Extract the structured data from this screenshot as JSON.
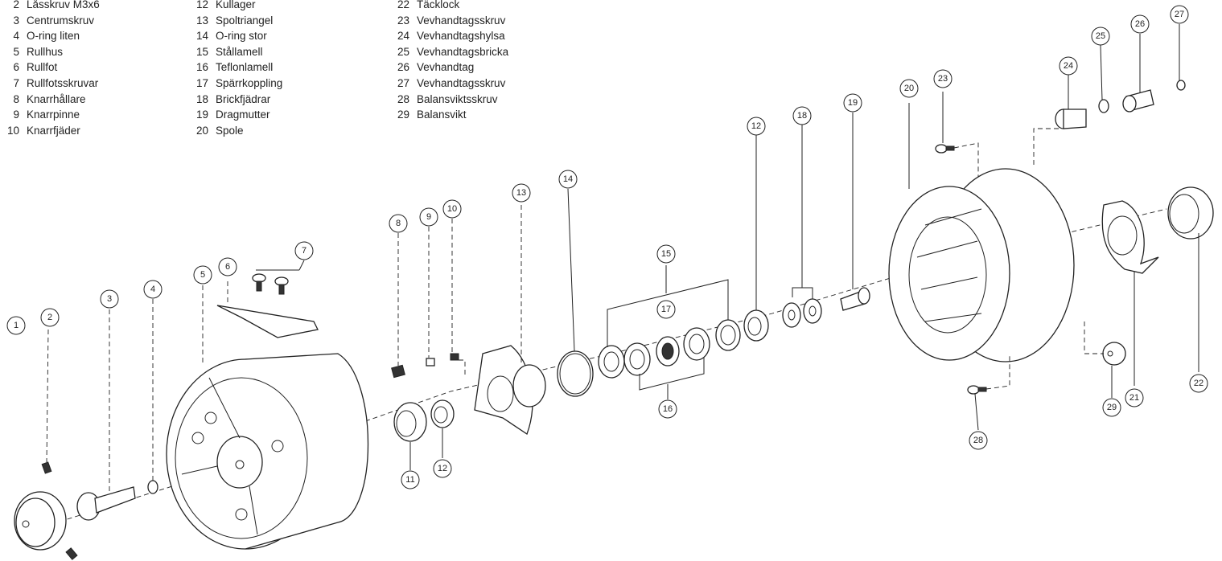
{
  "legend": {
    "col1": [
      {
        "num": "2",
        "label": "Låsskruv M3x6"
      },
      {
        "num": "3",
        "label": "Centrumskruv"
      },
      {
        "num": "4",
        "label": "O-ring liten"
      },
      {
        "num": "5",
        "label": "Rullhus"
      },
      {
        "num": "6",
        "label": "Rullfot"
      },
      {
        "num": "7",
        "label": "Rullfotsskruvar"
      },
      {
        "num": "8",
        "label": "Knarrhållare"
      },
      {
        "num": "9",
        "label": "Knarrpinne"
      },
      {
        "num": "10",
        "label": "Knarrfjäder"
      }
    ],
    "col2": [
      {
        "num": "12",
        "label": "Kullager"
      },
      {
        "num": "13",
        "label": "Spoltriangel"
      },
      {
        "num": "14",
        "label": "O-ring stor"
      },
      {
        "num": "15",
        "label": "Stållamell"
      },
      {
        "num": "16",
        "label": "Teflonlamell"
      },
      {
        "num": "17",
        "label": "Spärrkoppling"
      },
      {
        "num": "18",
        "label": "Brickfjädrar"
      },
      {
        "num": "19",
        "label": "Dragmutter"
      },
      {
        "num": "20",
        "label": "Spole"
      }
    ],
    "col3": [
      {
        "num": "22",
        "label": "Täcklock"
      },
      {
        "num": "23",
        "label": "Vevhandtagsskruv"
      },
      {
        "num": "24",
        "label": "Vevhandtagshylsa"
      },
      {
        "num": "25",
        "label": "Vevhandtagsbricka"
      },
      {
        "num": "26",
        "label": "Vevhandtag"
      },
      {
        "num": "27",
        "label": "Vevhandtagsskruv"
      },
      {
        "num": "28",
        "label": "Balansviktsskruv"
      },
      {
        "num": "29",
        "label": "Balansvikt"
      }
    ]
  },
  "callouts": [
    "1",
    "2",
    "3",
    "4",
    "5",
    "6",
    "7",
    "8",
    "9",
    "10",
    "11",
    "12",
    "13",
    "14",
    "15",
    "16",
    "17",
    "12",
    "18",
    "19",
    "20",
    "23",
    "24",
    "25",
    "26",
    "27",
    "21",
    "22",
    "28",
    "29"
  ]
}
